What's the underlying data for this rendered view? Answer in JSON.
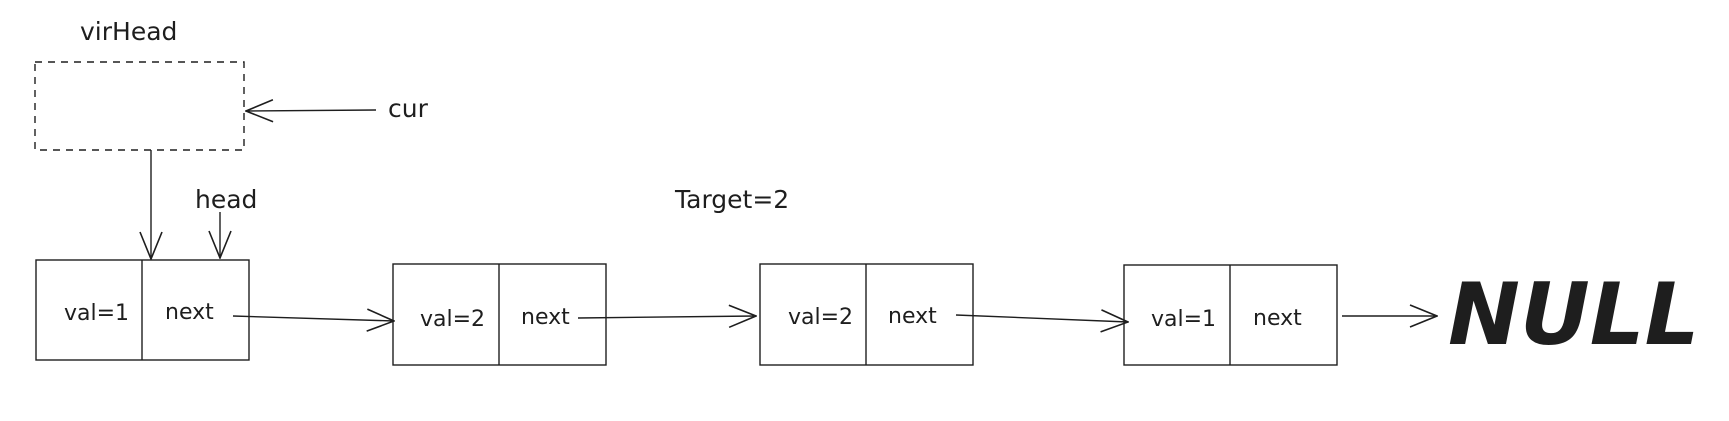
{
  "diagram": {
    "labels": {
      "virhead": "virHead",
      "cur": "cur",
      "head": "head",
      "target": "Target=2"
    },
    "nodes": [
      {
        "val": "val=1",
        "next": "next"
      },
      {
        "val": "val=2",
        "next": "next"
      },
      {
        "val": "val=2",
        "next": "next"
      },
      {
        "val": "val=1",
        "next": "next"
      }
    ],
    "terminal": "NULL"
  },
  "colors": {
    "stroke": "#1e1e1e",
    "background": "#ffffff"
  }
}
